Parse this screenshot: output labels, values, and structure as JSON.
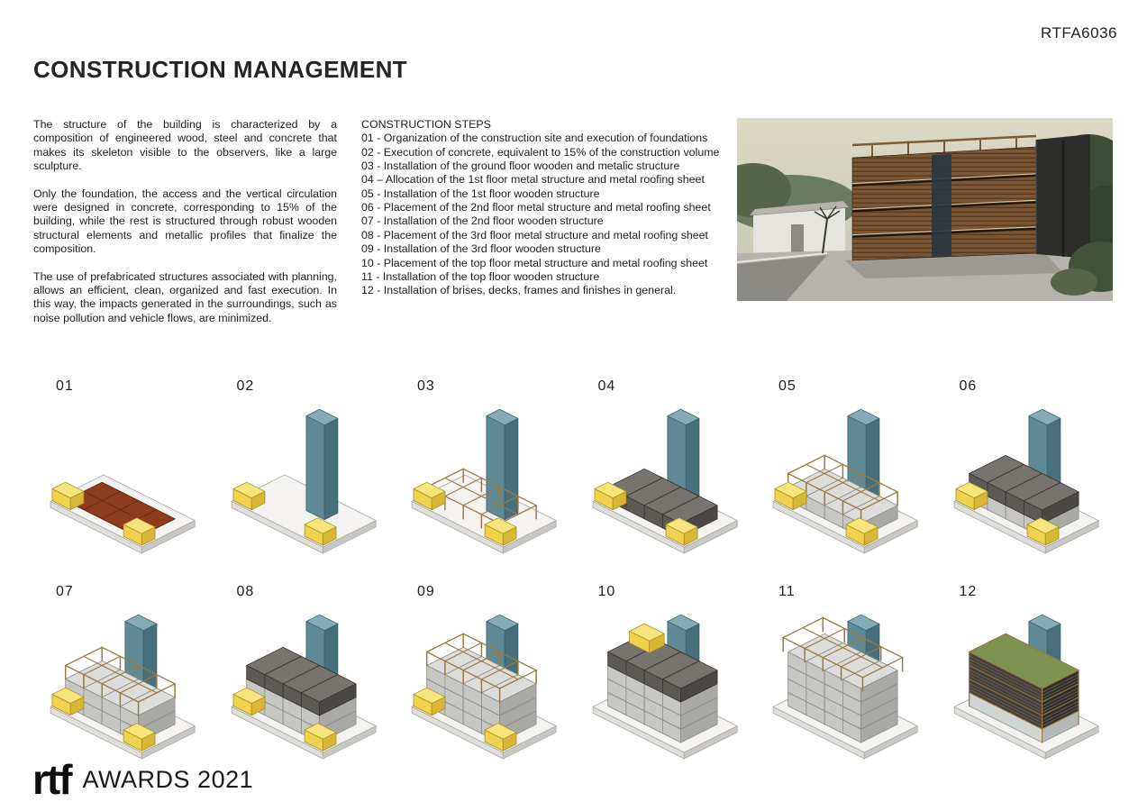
{
  "page": {
    "code": "RTFA6036",
    "title": "CONSTRUCTION MANAGEMENT"
  },
  "intro": {
    "paragraphs": [
      "The structure of the building is characterized by a composition of engineered wood, steel and concrete that makes its skeleton visible to the observers, like a large sculpture.",
      "Only the foundation, the access and the vertical circulation were designed in concrete, corresponding to 15% of the building, while the rest is structured through robust wooden structural elements and metallic profiles that finalize the composition.",
      "The use of prefabricated structures associated with planning, allows an efficient, clean, organized and fast execution. In this way, the impacts generated in the surroundings, such as noise pollution and vehicle flows, are minimized."
    ]
  },
  "steps_panel": {
    "heading": "CONSTRUCTION STEPS",
    "items": [
      "01 - Organization of the construction site and execution of foundations",
      "02 - Execution of concrete, equivalent to 15% of the construction volume",
      "03 - Installation of the ground floor wooden and metalic structure",
      "04 – Allocation of the 1st floor metal structure and metal roofing sheet",
      "05 - Installation of the 1st floor wooden structure",
      "06 - Placement of the 2nd floor metal structure and metal roofing sheet",
      "07 - Installation of the 2nd floor wooden structure",
      "08 - Placement of the 3rd floor metal structure and metal roofing sheet",
      "09 - Installation of the 3rd floor wooden structure",
      "10 - Placement of the top floor metal structure and metal roofing sheet",
      "11 - Installation of the top floor wooden structure",
      "12 - Installation of brises, decks, frames and finishes in general."
    ]
  },
  "diagrams": {
    "labels": [
      "01",
      "02",
      "03",
      "04",
      "05",
      "06",
      "07",
      "08",
      "09",
      "10",
      "11",
      "12"
    ]
  },
  "footer": {
    "logo_text": "rtf",
    "awards_text": "AWARDS 2021"
  },
  "colors": {
    "slab_top": "#f4f3f1",
    "slab_left": "#dfdedb",
    "slab_right": "#c9c8c4",
    "slab_stroke": "#a9a8a3",
    "pit": "#8d3d1d",
    "pit_stroke": "#66290f",
    "tower_left": "#5f8b97",
    "tower_right": "#47707b",
    "tower_top": "#85abb4",
    "tower_stroke": "#3c606b",
    "yellow_top": "#f7e47c",
    "yellow_left": "#f0d24f",
    "yellow_right": "#d8b736",
    "yellow_stroke": "#a98f25",
    "module_top": "#dcdcda",
    "module_left": "#c6c6c3",
    "module_right": "#a9a9a6",
    "module_stroke": "#8a8a86",
    "dark_top": "#77736e",
    "dark_left": "#5d5955",
    "dark_right": "#4a4744",
    "dark_stroke": "#35322f",
    "frame": "#9a7a40",
    "finish_top": "#5a554e",
    "finish_left": "#45403a",
    "finish_right": "#332f2a",
    "finish_stroke": "#26231f",
    "glass_top": "#e2e4e3",
    "glass_left": "#cfd3d2",
    "glass_right": "#b4b8b7",
    "glass_stroke": "#8f938f",
    "roof_green": "#7d9150",
    "roof_stroke": "#5d6f3a",
    "slat_line": "#6b655c"
  }
}
